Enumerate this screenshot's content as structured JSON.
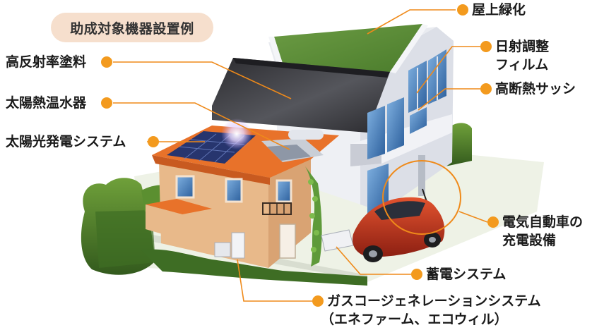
{
  "title": "助成対象機器設置例",
  "labels": {
    "rooftop_greening": "屋上緑化",
    "solar_film": "日射調整",
    "solar_film_line2": "フィルム",
    "high_insulation_sash": "高断熱サッシ",
    "high_reflective_paint": "高反射率塗料",
    "solar_water_heater": "太陽熱温水器",
    "pv_system": "太陽光発電システム",
    "ev_charger": "電気自動車の",
    "ev_charger_line2": "充電設備",
    "storage_system": "蓄電システム",
    "cogeneration": "ガスコージェネレーションシステム",
    "cogeneration_line2": "（エネファーム、エコウィル）"
  },
  "colors": {
    "accent_dot": "#f39a1e",
    "leader_line": "#ef8a1a",
    "title_pill": "#f6dfcd",
    "roof_orange": "#e8722a",
    "wall_tan": "#e8b98a",
    "wall_white": "#eef0f4",
    "greenery": "#5a8a36",
    "car_red": "#c8361f"
  }
}
